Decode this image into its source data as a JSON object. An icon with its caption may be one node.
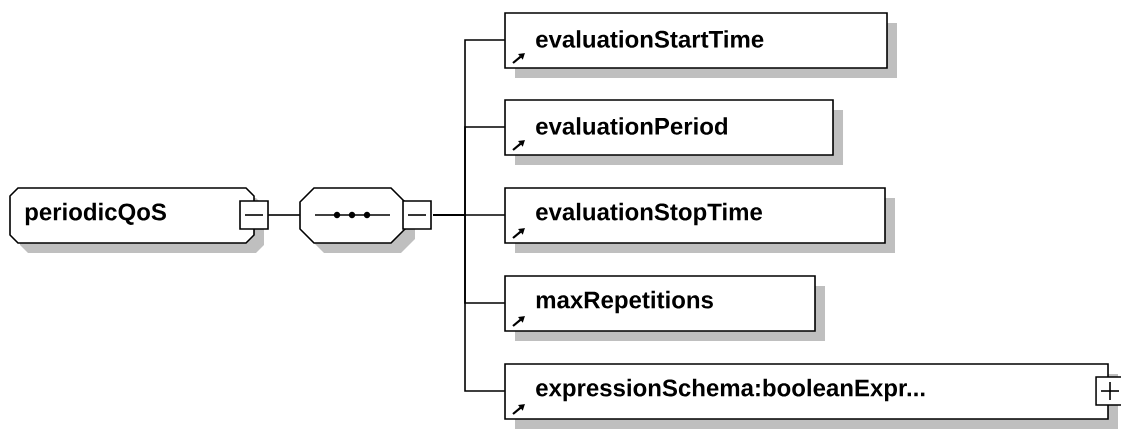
{
  "diagram": {
    "nodes": [
      {
        "text": [
          "periodicQoS"
        ]
      },
      {
        "text": [],
        "shape": "octagon"
      },
      {
        "text": [
          "evaluationStartTime"
        ]
      },
      {
        "text": [
          "evaluationPeriod"
        ]
      },
      {
        "text": [
          "evaluationStopTime"
        ]
      },
      {
        "text": [
          "maxRepetitions"
        ]
      },
      {
        "text": [
          "expressionSchema:booleanExpr..."
        ]
      }
    ],
    "edges": [
      {
        "from": 0,
        "to": 1,
        "arrow": "none"
      },
      {
        "from": 1,
        "to": 2,
        "arrow": "none"
      },
      {
        "from": 1,
        "to": 3,
        "arrow": "none"
      },
      {
        "from": 1,
        "to": 4,
        "arrow": "none"
      },
      {
        "from": 1,
        "to": 5,
        "arrow": "none"
      },
      {
        "from": 1,
        "to": 6,
        "arrow": "none"
      }
    ]
  }
}
